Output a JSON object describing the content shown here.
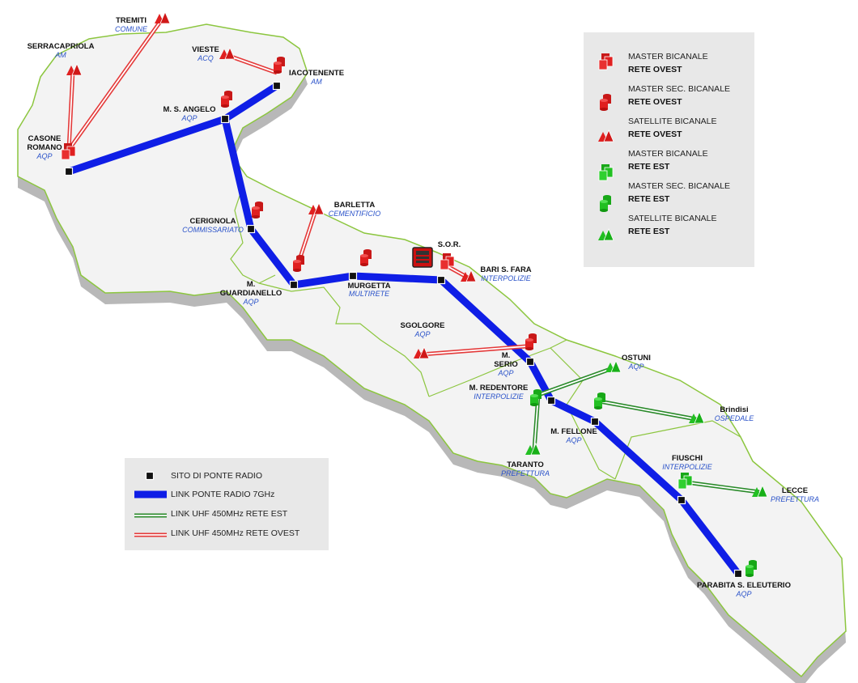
{
  "colors": {
    "link_7ghz": "#0f1ee6",
    "link_east": "#2a8a2a",
    "link_west": "#e43a3a",
    "region_fill": "#f3f3f3",
    "region_border": "#8cc63f",
    "site_red": "#e02020",
    "site_green": "#22c022"
  },
  "sites": [
    {
      "id": "tremiti",
      "name": "TREMITI",
      "owner": "COMUNE"
    },
    {
      "id": "serracapriola",
      "name": "SERRACAPRIOLA",
      "owner": "AM"
    },
    {
      "id": "vieste",
      "name": "VIESTE",
      "owner": "ACQ"
    },
    {
      "id": "iacotenente",
      "name": "IACOTENENTE",
      "owner": "AM"
    },
    {
      "id": "msangelo",
      "name": "M. S. ANGELO",
      "owner": "AQP"
    },
    {
      "id": "casone",
      "name": "CASONE",
      "name2": "ROMANO",
      "owner": "AQP"
    },
    {
      "id": "barletta",
      "name": "BARLETTA",
      "owner": "CEMENTIFICIO"
    },
    {
      "id": "cerignola",
      "name": "CERIGNOLA",
      "owner": "COMMISSARIATO"
    },
    {
      "id": "sor",
      "name": "S.O.R.",
      "owner": ""
    },
    {
      "id": "barisfara",
      "name": "BARI S. FARA",
      "owner": "INTERPOLIZIE"
    },
    {
      "id": "mguardianello",
      "name": "M.",
      "name2": "GUARDIANELLO",
      "owner": "AQP"
    },
    {
      "id": "murgetta",
      "name": "MURGETTA",
      "owner": "MULTIRETE"
    },
    {
      "id": "sgolgore",
      "name": "SGOLGORE",
      "owner": "AQP"
    },
    {
      "id": "mserio",
      "name": "M.",
      "name2": "SERIO",
      "owner": "AQP"
    },
    {
      "id": "ostuni",
      "name": "OSTUNI",
      "owner": "AQP"
    },
    {
      "id": "mredentore",
      "name": "M. REDENTORE",
      "owner": "INTERPOLIZIE"
    },
    {
      "id": "brindisi",
      "name": "Brindisi",
      "owner": "OSPEDALE"
    },
    {
      "id": "mfellone",
      "name": "M. FELLONE",
      "owner": "AQP"
    },
    {
      "id": "taranto",
      "name": "TARANTO",
      "owner": "PREFETTURA"
    },
    {
      "id": "fiuschi",
      "name": "FIUSCHI",
      "owner": "INTERPOLIZIE"
    },
    {
      "id": "lecce",
      "name": "LECCE",
      "owner": "PREFETTURA"
    },
    {
      "id": "parabita",
      "name": "PARABITA S. ELEUTERIO",
      "owner": "AQP"
    }
  ],
  "legend_sites": [
    {
      "label1": "MASTER BICANALE",
      "label2": "RETE OVEST",
      "icon": "master",
      "color": "red"
    },
    {
      "label1": "MASTER SEC. BICANALE",
      "label2": "RETE OVEST",
      "icon": "secondary",
      "color": "red"
    },
    {
      "label1": "SATELLITE BICANALE",
      "label2": "RETE OVEST",
      "icon": "satellite",
      "color": "red"
    },
    {
      "label1": "MASTER BICANALE",
      "label2": "RETE EST",
      "icon": "master",
      "color": "green"
    },
    {
      "label1": "MASTER SEC. BICANALE",
      "label2": "RETE EST",
      "icon": "secondary",
      "color": "green"
    },
    {
      "label1": "SATELLITE BICANALE",
      "label2": "RETE EST",
      "icon": "satellite",
      "color": "green"
    }
  ],
  "legend_links": [
    {
      "label": "SITO DI PONTE RADIO",
      "type": "site"
    },
    {
      "label": "LINK PONTE RADIO 7GHz",
      "type": "7ghz"
    },
    {
      "label": "LINK UHF 450MHz RETE EST",
      "type": "east"
    },
    {
      "label": "LINK UHF 450MHz RETE OVEST",
      "type": "west"
    }
  ]
}
